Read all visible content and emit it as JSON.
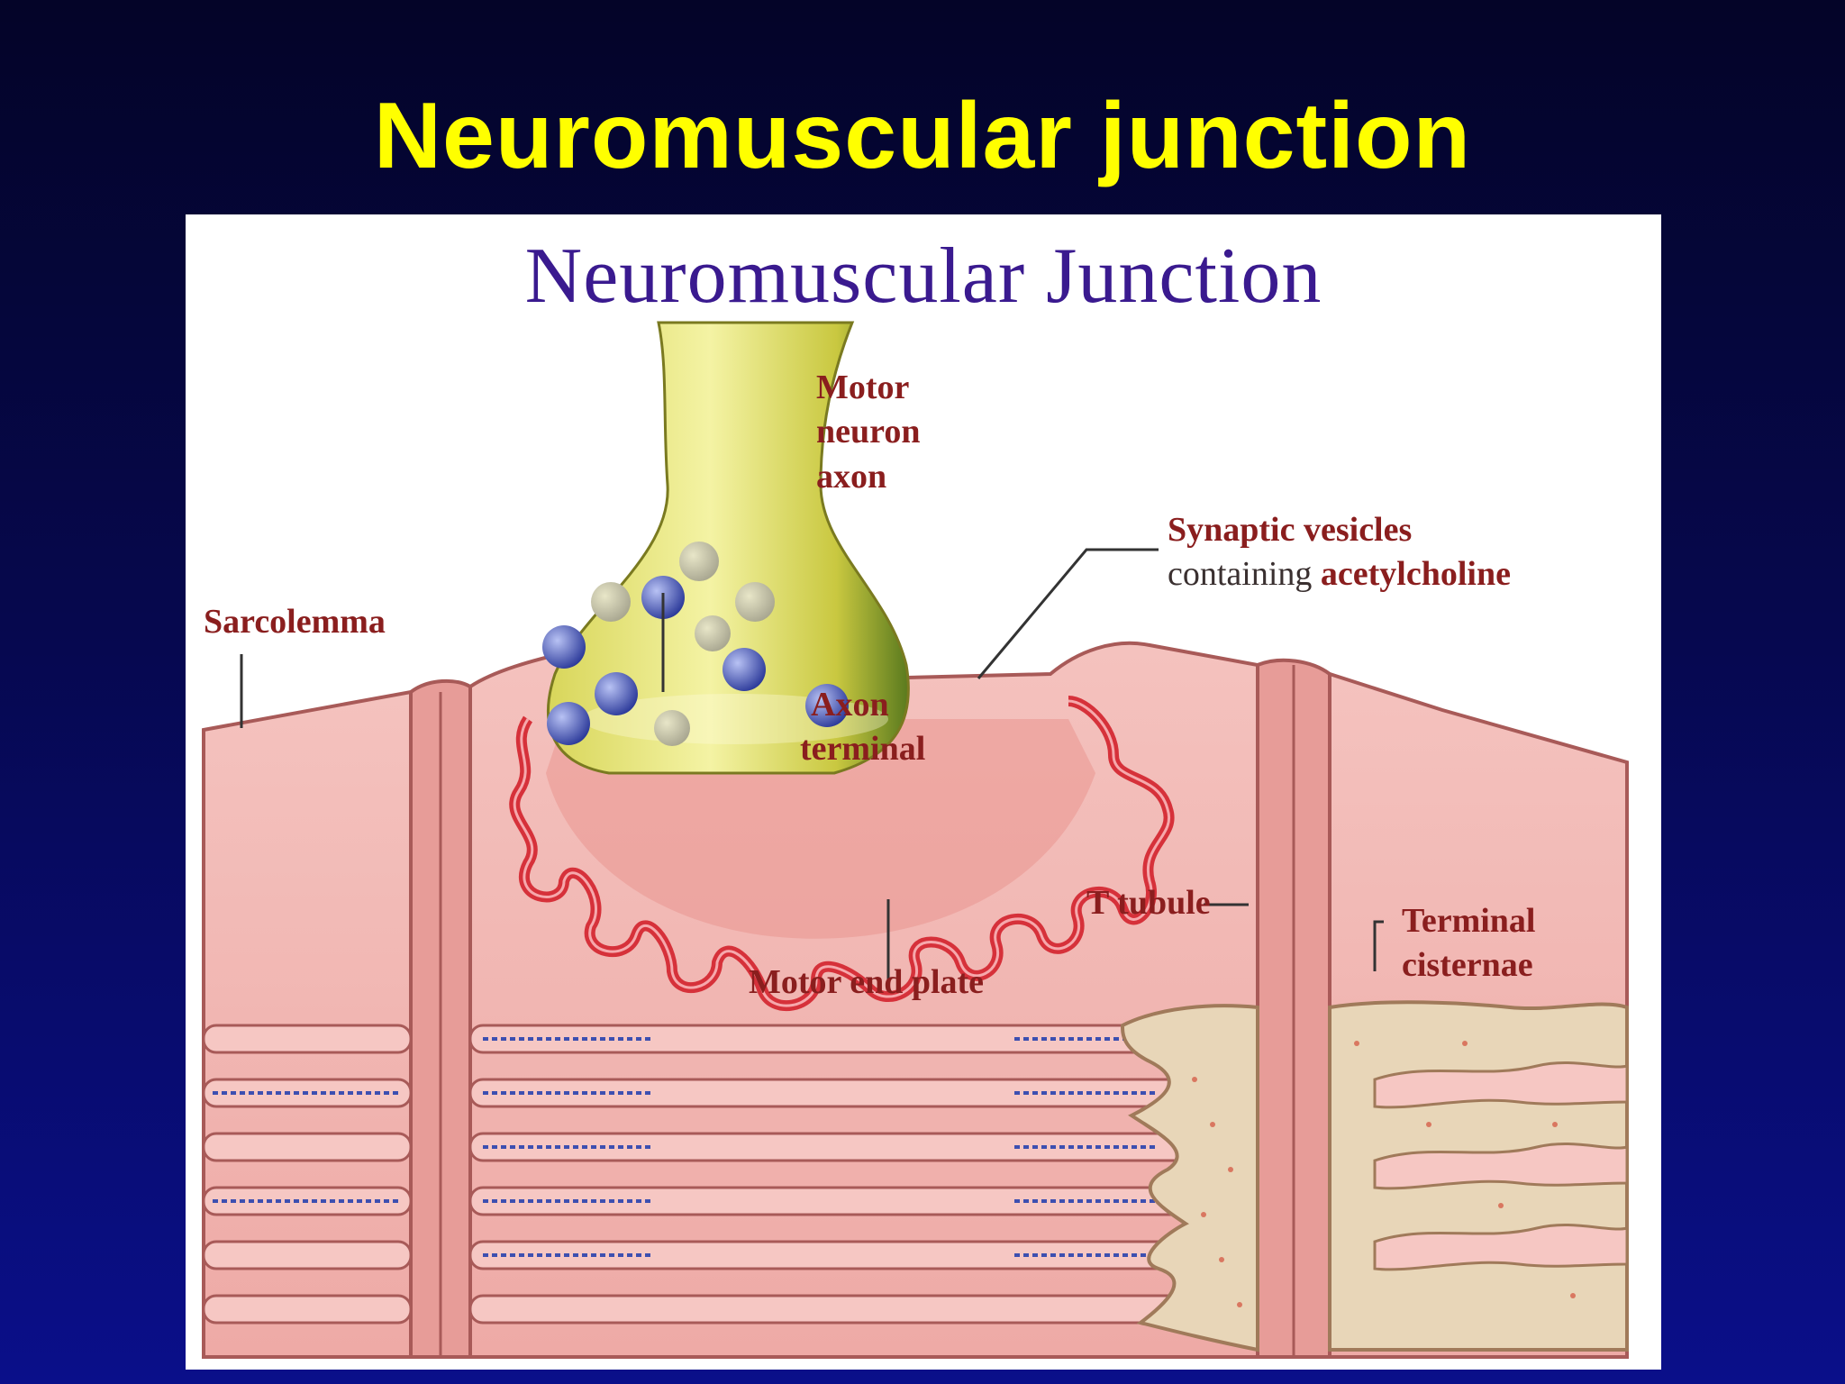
{
  "slide": {
    "title": "Neuromuscular junction"
  },
  "figure": {
    "title": "Neuromuscular Junction",
    "labels": {
      "motor_neuron_axon": [
        "Motor",
        "neuron",
        "axon"
      ],
      "synaptic_vesicles_line1": "Synaptic vesicles",
      "synaptic_vesicles_line2a": "containing",
      "synaptic_vesicles_line2b": "acetylcholine",
      "sarcolemma": "Sarcolemma",
      "axon_terminal": [
        "Axon",
        "terminal"
      ],
      "t_tubule": "T tubule",
      "terminal_cisternae": [
        "Terminal",
        "cisternae"
      ],
      "motor_end_plate": "Motor end plate"
    }
  },
  "colors": {
    "title": "#ffff00",
    "background_top": "#040428",
    "background_bottom": "#0a0f8a",
    "figure_title": "#3a1a8f",
    "label_text": "#8a1e1e",
    "muscle": "#f2b6b2",
    "muscle_edge": "#a85a58",
    "end_plate": "#d6313a",
    "axon": "#e8e470",
    "vesicle": "#3d4fb0"
  }
}
